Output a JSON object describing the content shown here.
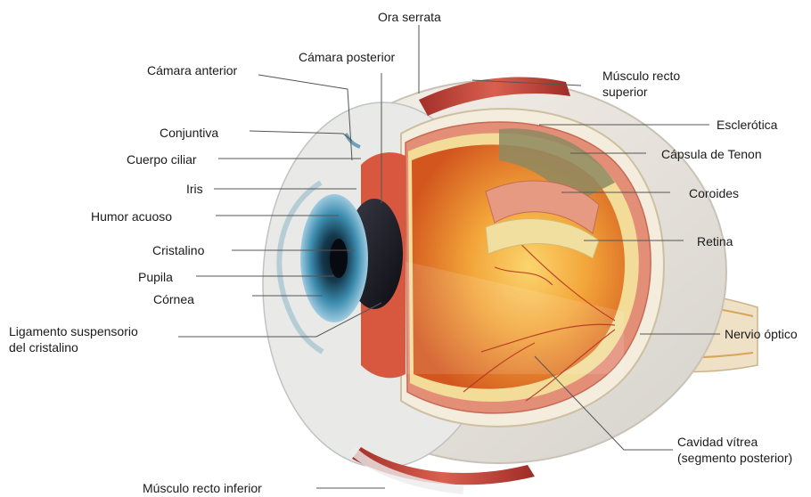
{
  "labels": {
    "ora_serrata": "Ora serrata",
    "camara_anterior": "Cámara anterior",
    "camara_posterior": "Cámara posterior",
    "musculo_recto_superior": [
      "Músculo recto",
      "superior"
    ],
    "conjuntiva": "Conjuntiva",
    "esclerotica": "Esclerótica",
    "cuerpo_ciliar": "Cuerpo ciliar",
    "capsula_tenon": "Cápsula de Tenon",
    "iris": "Iris",
    "coroides": "Coroides",
    "humor_acuoso": "Humor acuoso",
    "retina": "Retina",
    "cristalino": "Cristalino",
    "pupila": "Pupila",
    "cornea": "Córnea",
    "nervio_optico": "Nervio óptico",
    "ligamento": [
      "Ligamento suspensorio",
      "del cristalino"
    ],
    "cavidad_vitrea": [
      "Cavidad vítrea",
      "(segmento posterior)"
    ],
    "musculo_recto_inferior": "Músculo recto inferior"
  },
  "colors": {
    "leader_line": "#555555",
    "sclera": "#efe6d8",
    "vitreous": "#f2a030",
    "choroid": "#e3826e",
    "retina": "#f3e2a4",
    "muscle": "#c8473e",
    "iris": "#2e6f8e",
    "lens": "#1c1c24"
  }
}
